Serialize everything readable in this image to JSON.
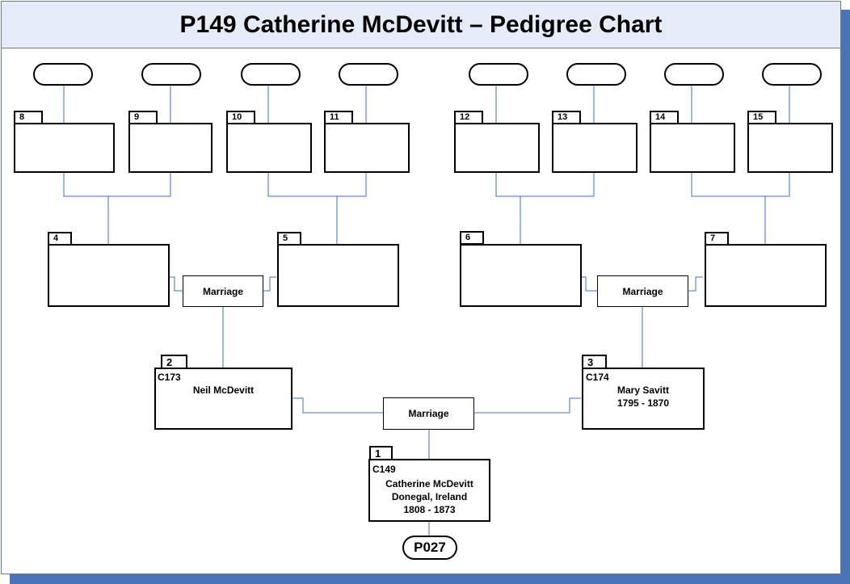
{
  "title": "P149 Catherine McDevitt – Pedigree Chart",
  "line_color": "#3a6fc4",
  "frame_shadow_color": "#4a73b8",
  "header_bg": "#e6ecf7",
  "marriage_label": "Marriage",
  "persons": {
    "p1": {
      "num": "1",
      "code": "C149",
      "lines": [
        "Catherine McDevitt",
        "Donegal, Ireland",
        "1808 - 1873"
      ]
    },
    "p2": {
      "num": "2",
      "code": "C173",
      "lines": [
        "Neil McDevitt"
      ]
    },
    "p3": {
      "num": "3",
      "code": "C174",
      "lines": [
        "Mary Savitt",
        "1795 - 1870"
      ]
    },
    "p4": {
      "num": "4"
    },
    "p5": {
      "num": "5"
    },
    "p6": {
      "num": "6"
    },
    "p7": {
      "num": "7"
    },
    "p8": {
      "num": "8"
    },
    "p9": {
      "num": "9"
    },
    "p10": {
      "num": "10"
    },
    "p11": {
      "num": "11"
    },
    "p12": {
      "num": "12"
    },
    "p13": {
      "num": "13"
    },
    "p14": {
      "num": "14"
    },
    "p15": {
      "num": "15"
    }
  },
  "root_id": "P027"
}
